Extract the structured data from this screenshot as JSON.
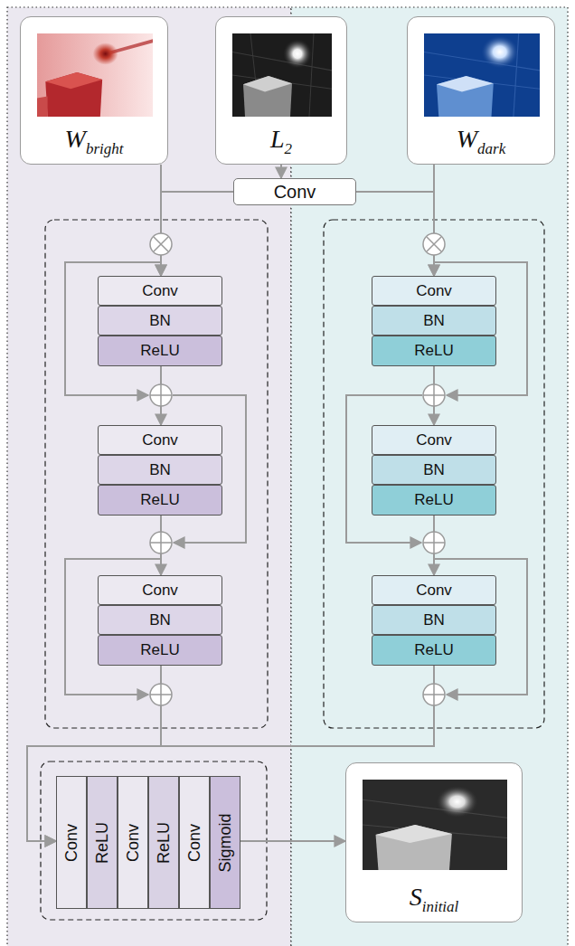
{
  "diagram": {
    "nodes": [
      {
        "text": [
          "W",
          "bright"
        ]
      },
      {
        "text": [
          "L",
          "2"
        ]
      },
      {
        "text": [
          "W",
          "dark"
        ]
      },
      {
        "text": [
          "Conv"
        ]
      },
      {
        "text": [
          "Conv"
        ]
      },
      {
        "text": [
          "BN"
        ]
      },
      {
        "text": [
          "ReLU"
        ]
      },
      {
        "text": [
          "Conv"
        ]
      },
      {
        "text": [
          "BN"
        ]
      },
      {
        "text": [
          "ReLU"
        ]
      },
      {
        "text": [
          "Conv"
        ]
      },
      {
        "text": [
          "BN"
        ]
      },
      {
        "text": [
          "ReLU"
        ]
      },
      {
        "text": [
          "Conv"
        ]
      },
      {
        "text": [
          "BN"
        ]
      },
      {
        "text": [
          "ReLU"
        ]
      },
      {
        "text": [
          "Conv"
        ]
      },
      {
        "text": [
          "BN"
        ]
      },
      {
        "text": [
          "ReLU"
        ]
      },
      {
        "text": [
          "Conv"
        ]
      },
      {
        "text": [
          "BN"
        ]
      },
      {
        "text": [
          "ReLU"
        ]
      },
      {
        "text": [
          "Conv"
        ]
      },
      {
        "text": [
          "ReLU"
        ]
      },
      {
        "text": [
          "Conv"
        ]
      },
      {
        "text": [
          "ReLU"
        ]
      },
      {
        "text": [
          "Conv"
        ]
      },
      {
        "text": [
          "Sigmoid"
        ]
      },
      {
        "text": [
          "S",
          "initial"
        ]
      }
    ],
    "edges": [
      {
        "from": 1,
        "to": 3,
        "arrow": "to"
      },
      {
        "from": 0,
        "to": 4,
        "arrow": "to"
      },
      {
        "from": 3,
        "to": 4,
        "arrow": "to"
      },
      {
        "from": 2,
        "to": 13,
        "arrow": "to"
      },
      {
        "from": 3,
        "to": 13,
        "arrow": "to"
      },
      {
        "from": 6,
        "to": 7,
        "arrow": "to"
      },
      {
        "from": 9,
        "to": 10,
        "arrow": "to"
      },
      {
        "from": 15,
        "to": 16,
        "arrow": "to"
      },
      {
        "from": 18,
        "to": 19,
        "arrow": "to"
      },
      {
        "from": 12,
        "to": 22,
        "arrow": "to"
      },
      {
        "from": 21,
        "to": 22,
        "arrow": "to"
      },
      {
        "from": 27,
        "to": 28,
        "arrow": "to"
      }
    ]
  }
}
